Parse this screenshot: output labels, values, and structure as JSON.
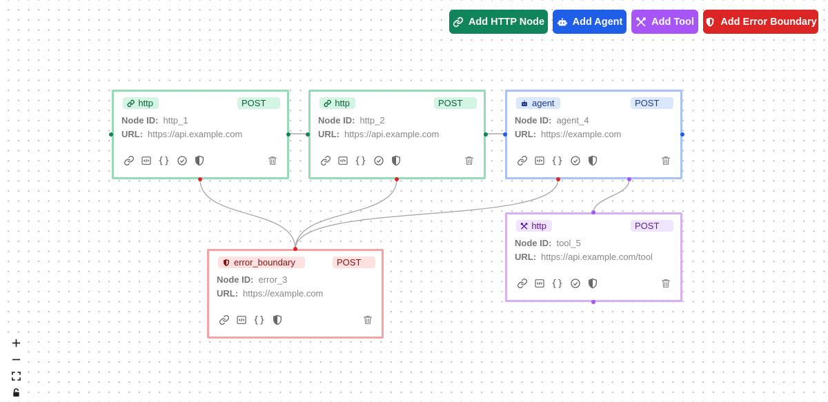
{
  "toolbar": {
    "add_http": "Add HTTP Node",
    "add_agent": "Add Agent",
    "add_tool": "Add Tool",
    "add_error_boundary": "Add Error Boundary"
  },
  "colors": {
    "http": "#10855b",
    "agent": "#1f5ee6",
    "tool": "#a855f7",
    "error": "#dc2626"
  },
  "labels": {
    "node_id": "Node ID:",
    "url": "URL:"
  },
  "nodes": [
    {
      "type_label": "http",
      "method": "POST",
      "node_id": "http_1",
      "url": "https://api.example.com",
      "icon": "link-icon"
    },
    {
      "type_label": "http",
      "method": "POST",
      "node_id": "http_2",
      "url": "https://api.example.com",
      "icon": "link-icon"
    },
    {
      "type_label": "agent",
      "method": "POST",
      "node_id": "agent_4",
      "url": "https://example.com",
      "icon": "robot-icon"
    },
    {
      "type_label": "error_boundary",
      "method": "POST",
      "node_id": "error_3",
      "url": "https://example.com",
      "icon": "shield-icon"
    },
    {
      "type_label": "http",
      "method": "POST",
      "node_id": "tool_5",
      "url": "https://api.example.com/tool",
      "icon": "tools-icon"
    }
  ],
  "controls": [
    "zoom-in",
    "zoom-out",
    "fit-view",
    "lock"
  ]
}
